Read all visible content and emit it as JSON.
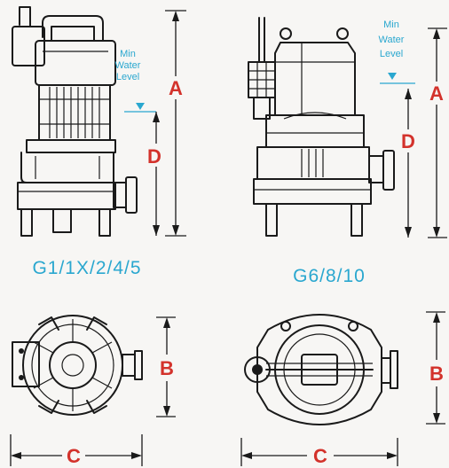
{
  "dimensions": {
    "a": "A",
    "b": "B",
    "c": "C",
    "d": "D"
  },
  "water_level": {
    "line1": "Min",
    "line2": "Water",
    "line3": "Level"
  },
  "models": {
    "left": "G1/1X/2/4/5",
    "right": "G6/8/10"
  },
  "colors": {
    "dimension_letters": "#d3322b",
    "labels": "#2aa7cf",
    "linework": "#1a1a1a",
    "background": "#f7f6f4"
  }
}
